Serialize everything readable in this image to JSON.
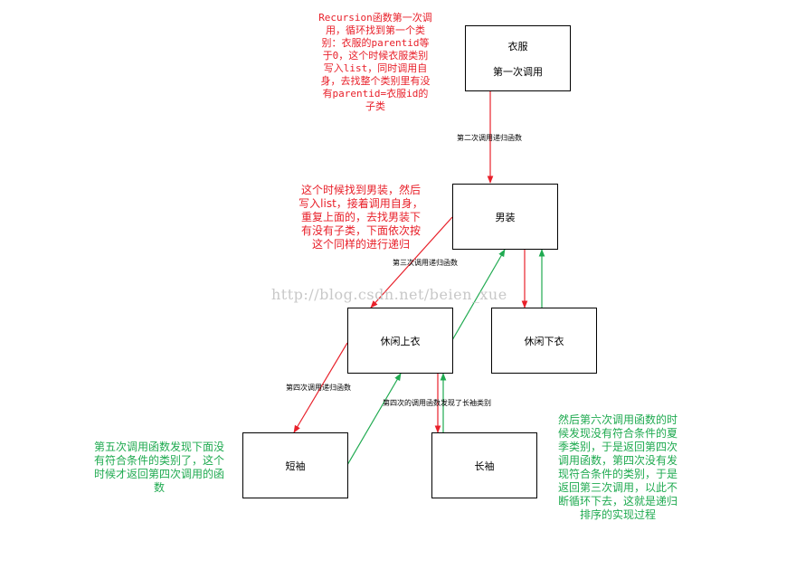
{
  "colors": {
    "red": "#e8202a",
    "green": "#1faa50",
    "node_border": "#000000"
  },
  "nodes": {
    "clothing": {
      "label": "衣服",
      "sub": "第一次调用"
    },
    "mens": {
      "label": "男装"
    },
    "casual_top": {
      "label": "休闲上衣"
    },
    "casual_bottom": {
      "label": "休闲下衣"
    },
    "short_sleeve": {
      "label": "短袖"
    },
    "long_sleeve": {
      "label": "长袖"
    }
  },
  "edge_labels": {
    "second_call": "第二次调用递归函数",
    "third_call": "第三次调用递归函数",
    "fourth_call": "第四次调用递归函数",
    "fourth_found": "第四次的调用函数发现了长袖类别"
  },
  "notes": {
    "recursion_first": "Recursion函数第一次调用，循环找到第一个类别：衣服的parentid等于0，这个时候衣服类别写入list，同时调用自身，去找整个类别里有没有parentid=衣服id的子类",
    "mens_found": "这个时候找到男装，然后写入list，接着调用自身，重复上面的，去找男装下有没有子类，下面依次按这个同样的进行递归",
    "fifth_call": "第五次调用函数发现下面没有符合条件的类别了，这个时候才返回第四次调用的函数",
    "sixth_call": "然后第六次调用函数的时候发现没有符合条件的夏季类别，于是返回第四次调用函数，第四次没有发现符合条件的类别，于是返回第三次调用，以此不断循环下去，这就是递归排序的实现过程"
  },
  "watermark": "http://blog.csdn.net/beien_xue"
}
